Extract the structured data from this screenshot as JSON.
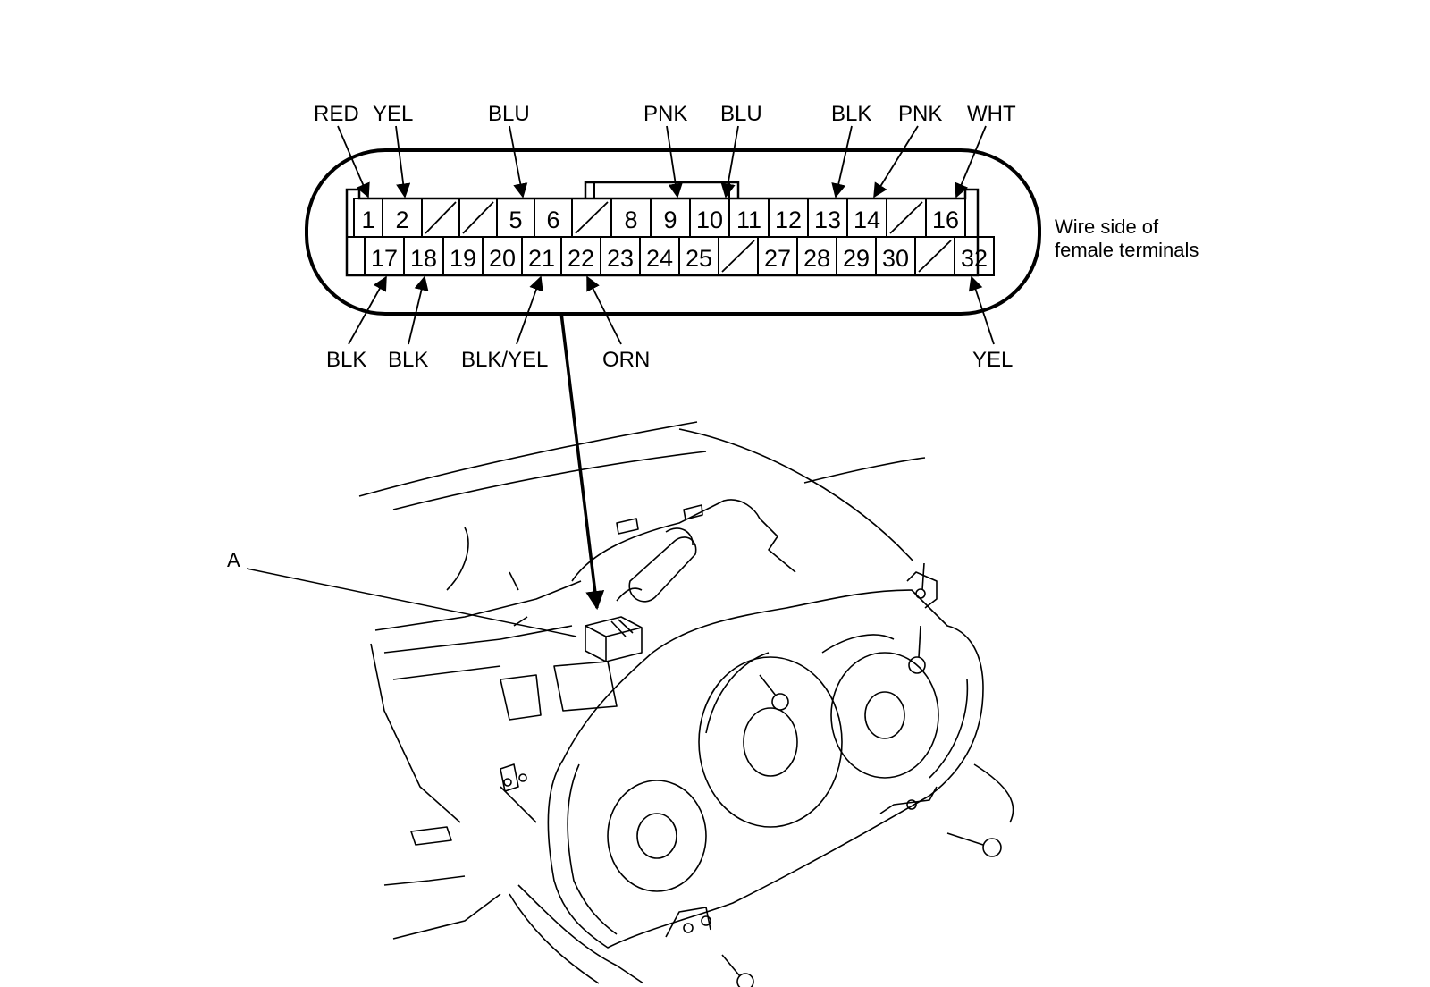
{
  "connector": {
    "caption_line1": "Wire side of",
    "caption_line2": "female terminals",
    "top_row": [
      {
        "id": "t1",
        "label": "1"
      },
      {
        "id": "t2",
        "label": "2"
      },
      {
        "id": "t3",
        "label": ""
      },
      {
        "id": "t4",
        "label": ""
      },
      {
        "id": "t5",
        "label": "5"
      },
      {
        "id": "t6",
        "label": "6"
      },
      {
        "id": "t7",
        "label": ""
      },
      {
        "id": "t8",
        "label": "8"
      },
      {
        "id": "t9",
        "label": "9"
      },
      {
        "id": "t10",
        "label": "10"
      },
      {
        "id": "t11",
        "label": "11"
      },
      {
        "id": "t12",
        "label": "12"
      },
      {
        "id": "t13",
        "label": "13"
      },
      {
        "id": "t14",
        "label": "14"
      },
      {
        "id": "t15",
        "label": ""
      },
      {
        "id": "t16",
        "label": "16"
      }
    ],
    "bottom_row": [
      {
        "id": "t17",
        "label": "17"
      },
      {
        "id": "t18",
        "label": "18"
      },
      {
        "id": "t19",
        "label": "19"
      },
      {
        "id": "t20",
        "label": "20"
      },
      {
        "id": "t21",
        "label": "21"
      },
      {
        "id": "t22",
        "label": "22"
      },
      {
        "id": "t23",
        "label": "23"
      },
      {
        "id": "t24",
        "label": "24"
      },
      {
        "id": "t25",
        "label": "25"
      },
      {
        "id": "t26",
        "label": ""
      },
      {
        "id": "t27",
        "label": "27"
      },
      {
        "id": "t28",
        "label": "28"
      },
      {
        "id": "t29",
        "label": "29"
      },
      {
        "id": "t30",
        "label": "30"
      },
      {
        "id": "t31",
        "label": ""
      },
      {
        "id": "t32",
        "label": "32"
      }
    ]
  },
  "wire_colors_top": [
    {
      "color": "RED",
      "terminal": "1"
    },
    {
      "color": "YEL",
      "terminal": "2"
    },
    {
      "color": "BLU",
      "terminal": "5"
    },
    {
      "color": "PNK",
      "terminal": "9"
    },
    {
      "color": "BLU",
      "terminal": "10"
    },
    {
      "color": "BLK",
      "terminal": "13"
    },
    {
      "color": "PNK",
      "terminal": "14"
    },
    {
      "color": "WHT",
      "terminal": "16"
    }
  ],
  "wire_colors_bottom": [
    {
      "color": "BLK",
      "terminal": "17"
    },
    {
      "color": "BLK",
      "terminal": "18"
    },
    {
      "color": "BLK/YEL",
      "terminal": "21"
    },
    {
      "color": "ORN",
      "terminal": "22"
    },
    {
      "color": "YEL",
      "terminal": "32"
    }
  ],
  "callout_a": "A"
}
